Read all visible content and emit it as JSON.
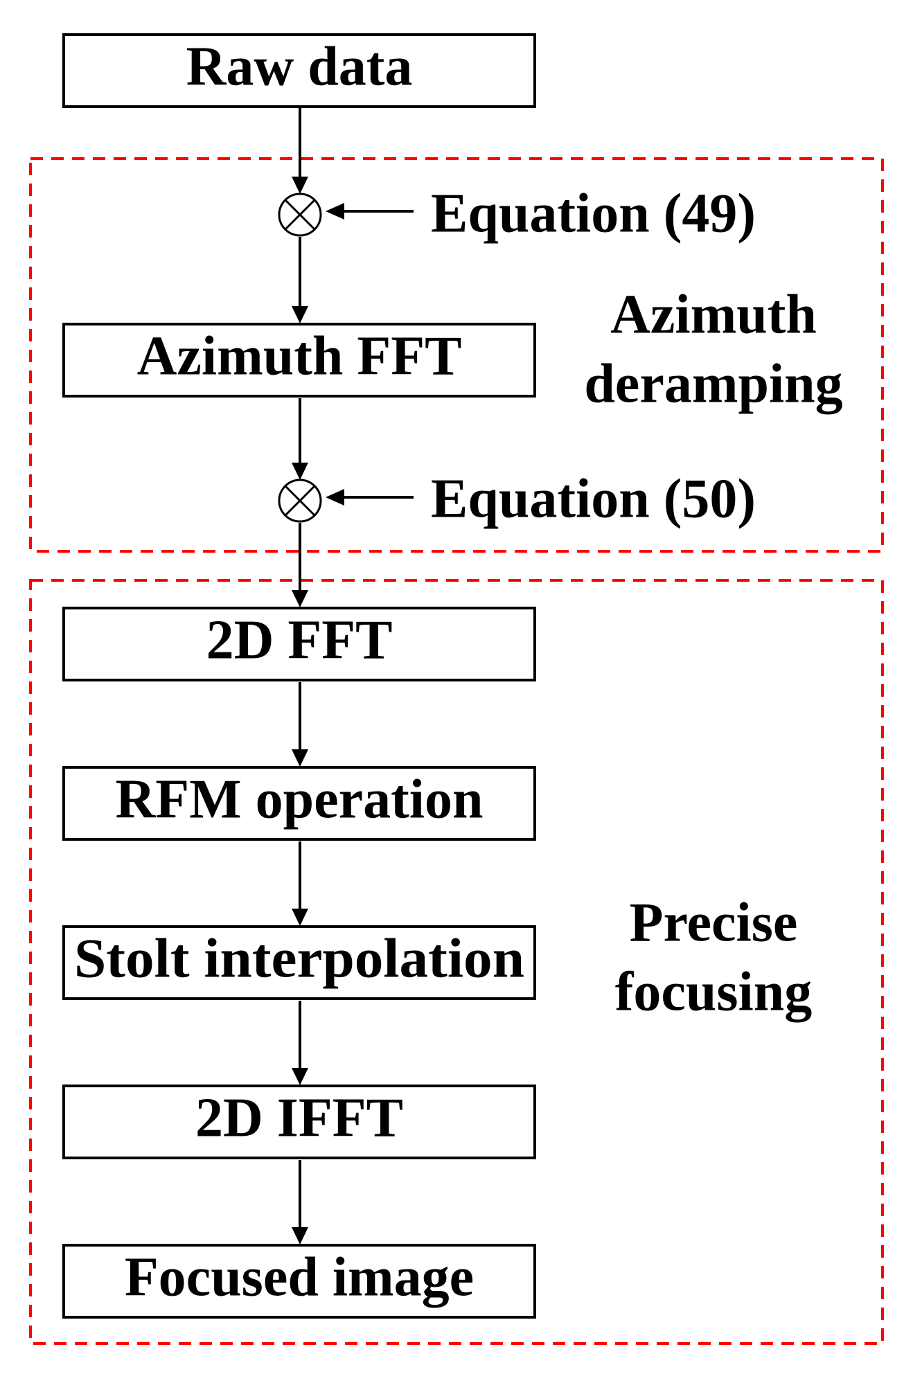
{
  "boxes": {
    "raw_data": "Raw data",
    "azimuth_fft": "Azimuth FFT",
    "fft_2d": "2D FFT",
    "rfm_operation": "RFM operation",
    "stolt_interpolation": "Stolt interpolation",
    "ifft_2d": "2D IFFT",
    "focused_image": "Focused image"
  },
  "multipliers": {
    "first_input": "Equation (49)",
    "second_input": "Equation (50)",
    "symbol": "multiply-circle"
  },
  "regions": {
    "azimuth_deramping": {
      "line1": "Azimuth",
      "line2": "deramping",
      "border_color": "#ff0000"
    },
    "precise_focusing": {
      "line1": "Precise",
      "line2": "focusing",
      "border_color": "#ff0000"
    }
  }
}
